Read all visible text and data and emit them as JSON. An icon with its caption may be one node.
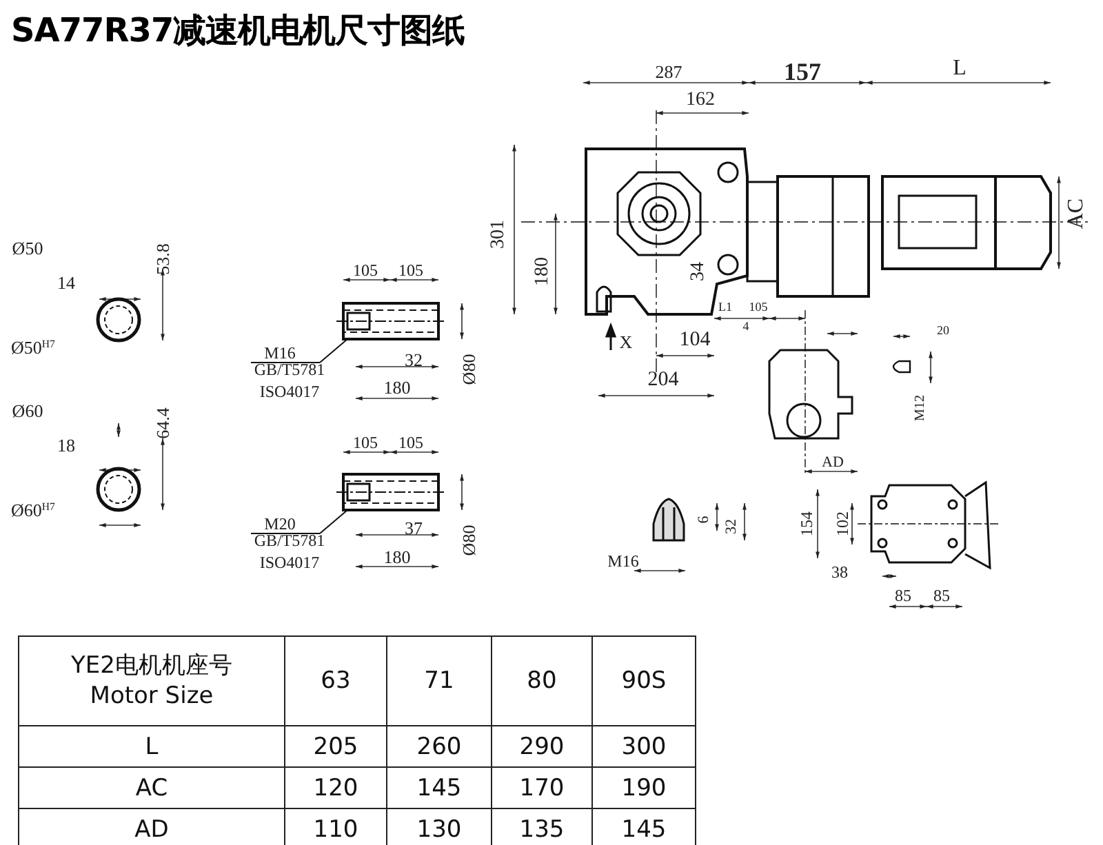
{
  "diagram": {
    "title": "SA77R37减速机电机尺寸图纸",
    "labels": [
      "Ø50",
      "53.8",
      "14",
      "Ø50$^{H7}$",
      "Ø60",
      "64.4",
      "18",
      "Ø60$^{H7}$",
      "105",
      "105",
      "M16",
      "GB/T5781",
      "32",
      "ISO4017",
      "180",
      "Ø80",
      "105",
      "105",
      "M20",
      "GB/T5781",
      "37",
      "ISO4017",
      "180",
      "Ø80",
      "287",
      "157",
      "L",
      "162",
      "301",
      "180",
      "34",
      "AC",
      "X",
      "104",
      "204",
      "L1",
      "105",
      "4",
      "20",
      "M12",
      "AD",
      "6",
      "32",
      "M16",
      "154",
      "102",
      "38",
      "85",
      "85",
      "YE2电机机座号",
      "Motor Size",
      "63",
      "71",
      "80",
      "90S",
      "L",
      "205",
      "260",
      "290",
      "300",
      "AC",
      "120",
      "145",
      "170",
      "190",
      "AD",
      "110",
      "130",
      "135",
      "145"
    ]
  }
}
